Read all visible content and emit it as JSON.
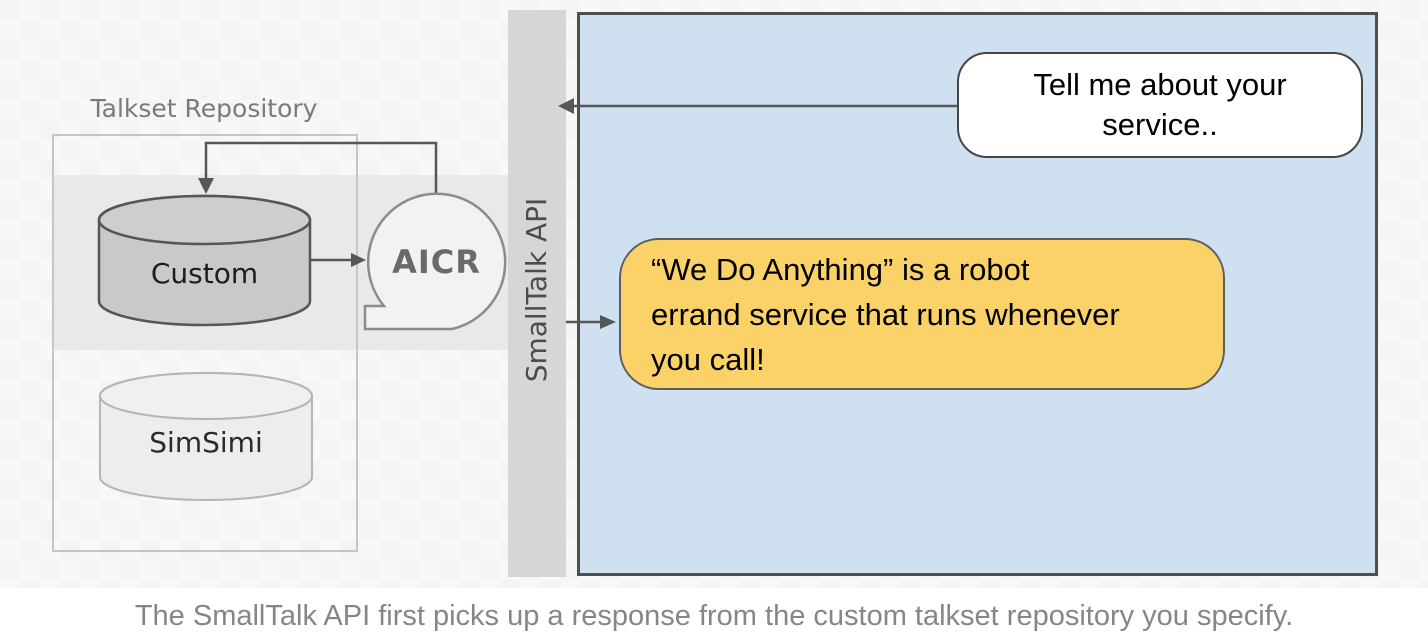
{
  "colors": {
    "band": "#e9e9e9",
    "api-bar": "#d6d6d6",
    "panel-blue": "#cfe0f0",
    "panel-border": "#4f4f4f",
    "bubble-white": "#ffffff",
    "bubble-yellow": "#fbd267",
    "arrow": "#575757",
    "cylinder-custom": "#c9c9c9",
    "cylinder-simsimi": "#ededed",
    "aicr-fill": "#f2f2f2",
    "caption-text": "#868686"
  },
  "repository": {
    "title": "Talkset Repository",
    "databases": [
      {
        "label": "Custom"
      },
      {
        "label": "SimSimi"
      }
    ]
  },
  "aicr": {
    "label": "AICR"
  },
  "api_bar": {
    "label": "SmallTalk API"
  },
  "chat": {
    "user_bubble": {
      "lines": [
        "Tell me about your",
        "service.."
      ]
    },
    "bot_bubble": {
      "lines": [
        "“We Do Anything” is a robot",
        "errand service that runs whenever",
        "you call!"
      ]
    }
  },
  "caption": {
    "text": "The SmallTalk API first picks up a response from the custom talkset repository you specify."
  }
}
